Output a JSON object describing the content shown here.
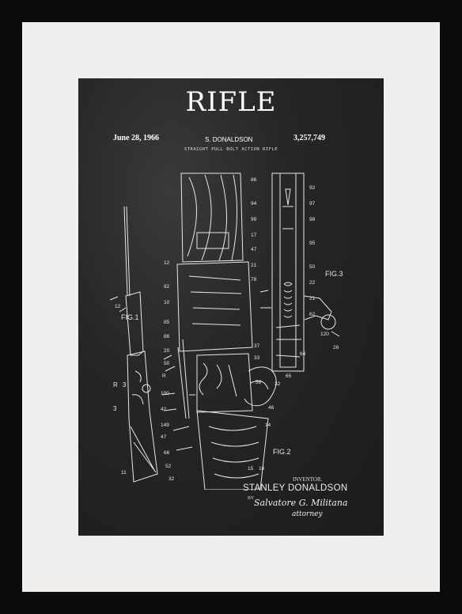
{
  "poster": {
    "title": "RIFLE",
    "date": "June 28, 1966",
    "inventor_header": "S. DONALDSON",
    "patent_number": "3,257,749",
    "subtitle": "STRAIGHT PULL BOLT ACTION RIFLE",
    "inventor_label": "INVENTOR.",
    "inventor_name": "STANLEY DONALDSON",
    "by_label": "BY",
    "attorney_signature": "Salvatore G. Militana",
    "attorney_title": "attorney",
    "figures": [
      "FIG.1",
      "FIG.2",
      "FIG.3"
    ]
  },
  "colors": {
    "frame": "#0b0b0b",
    "mat": "#f0efee",
    "print_bg": "#262626",
    "ink": "#ffffff"
  }
}
